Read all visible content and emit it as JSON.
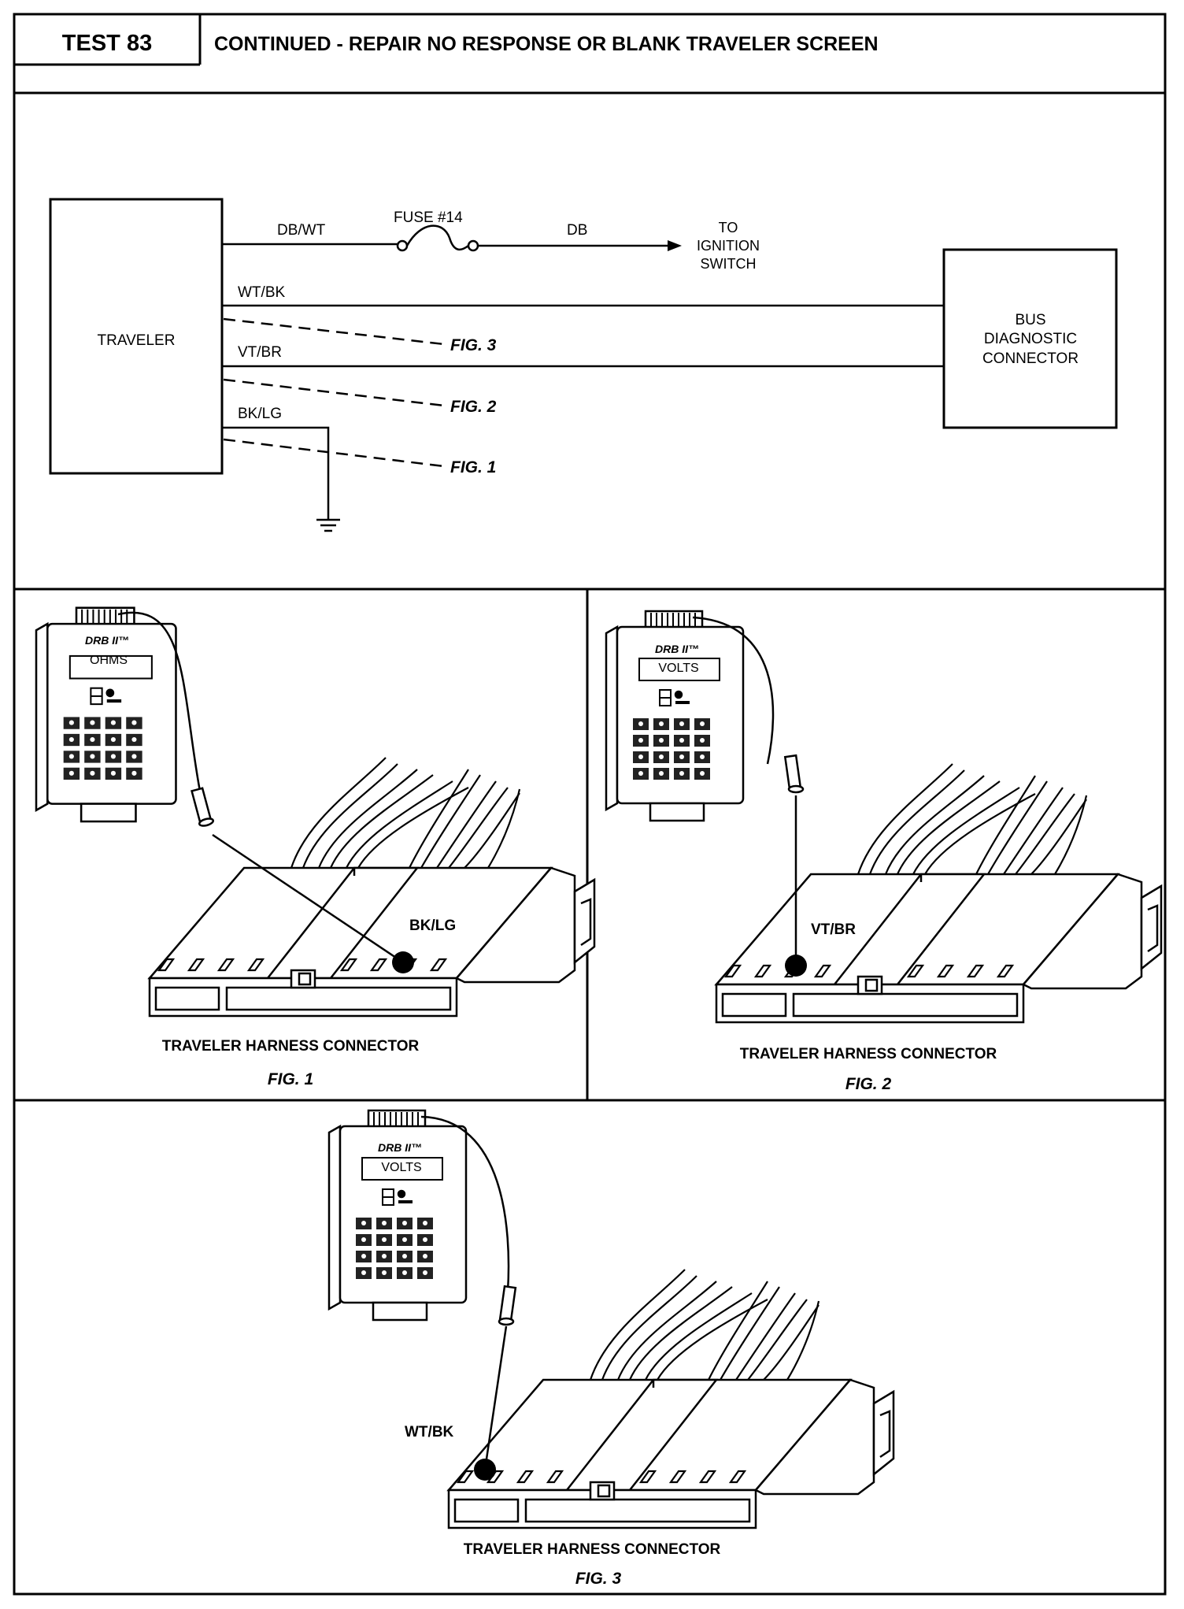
{
  "header": {
    "test_number": "TEST 83",
    "title": "CONTINUED - REPAIR NO RESPONSE OR BLANK TRAVELER SCREEN"
  },
  "schematic": {
    "traveler_label": "TRAVELER",
    "bus_label_line1": "BUS",
    "bus_label_line2": "DIAGNOSTIC",
    "bus_label_line3": "CONNECTOR",
    "wire_db_wt": "DB/WT",
    "fuse_label": "FUSE #14",
    "wire_db": "DB",
    "to_line1": "TO",
    "to_line2": "IGNITION",
    "to_line3": "SWITCH",
    "wire_wt_bk": "WT/BK",
    "wire_vt_br": "VT/BR",
    "wire_bk_lg": "BK/LG",
    "fig3_ref": "FIG. 3",
    "fig2_ref": "FIG. 2",
    "fig1_ref": "FIG. 1"
  },
  "figures": [
    {
      "meter_brand": "DRB II™",
      "meter_mode": "OHMS",
      "pin_label": "BK/LG",
      "caption": "TRAVELER HARNESS CONNECTOR",
      "fig_label": "FIG. 1"
    },
    {
      "meter_brand": "DRB II™",
      "meter_mode": "VOLTS",
      "pin_label": "VT/BR",
      "caption": "TRAVELER HARNESS CONNECTOR",
      "fig_label": "FIG. 2"
    },
    {
      "meter_brand": "DRB II™",
      "meter_mode": "VOLTS",
      "pin_label": "WT/BK",
      "caption": "TRAVELER HARNESS CONNECTOR",
      "fig_label": "FIG. 3"
    }
  ]
}
